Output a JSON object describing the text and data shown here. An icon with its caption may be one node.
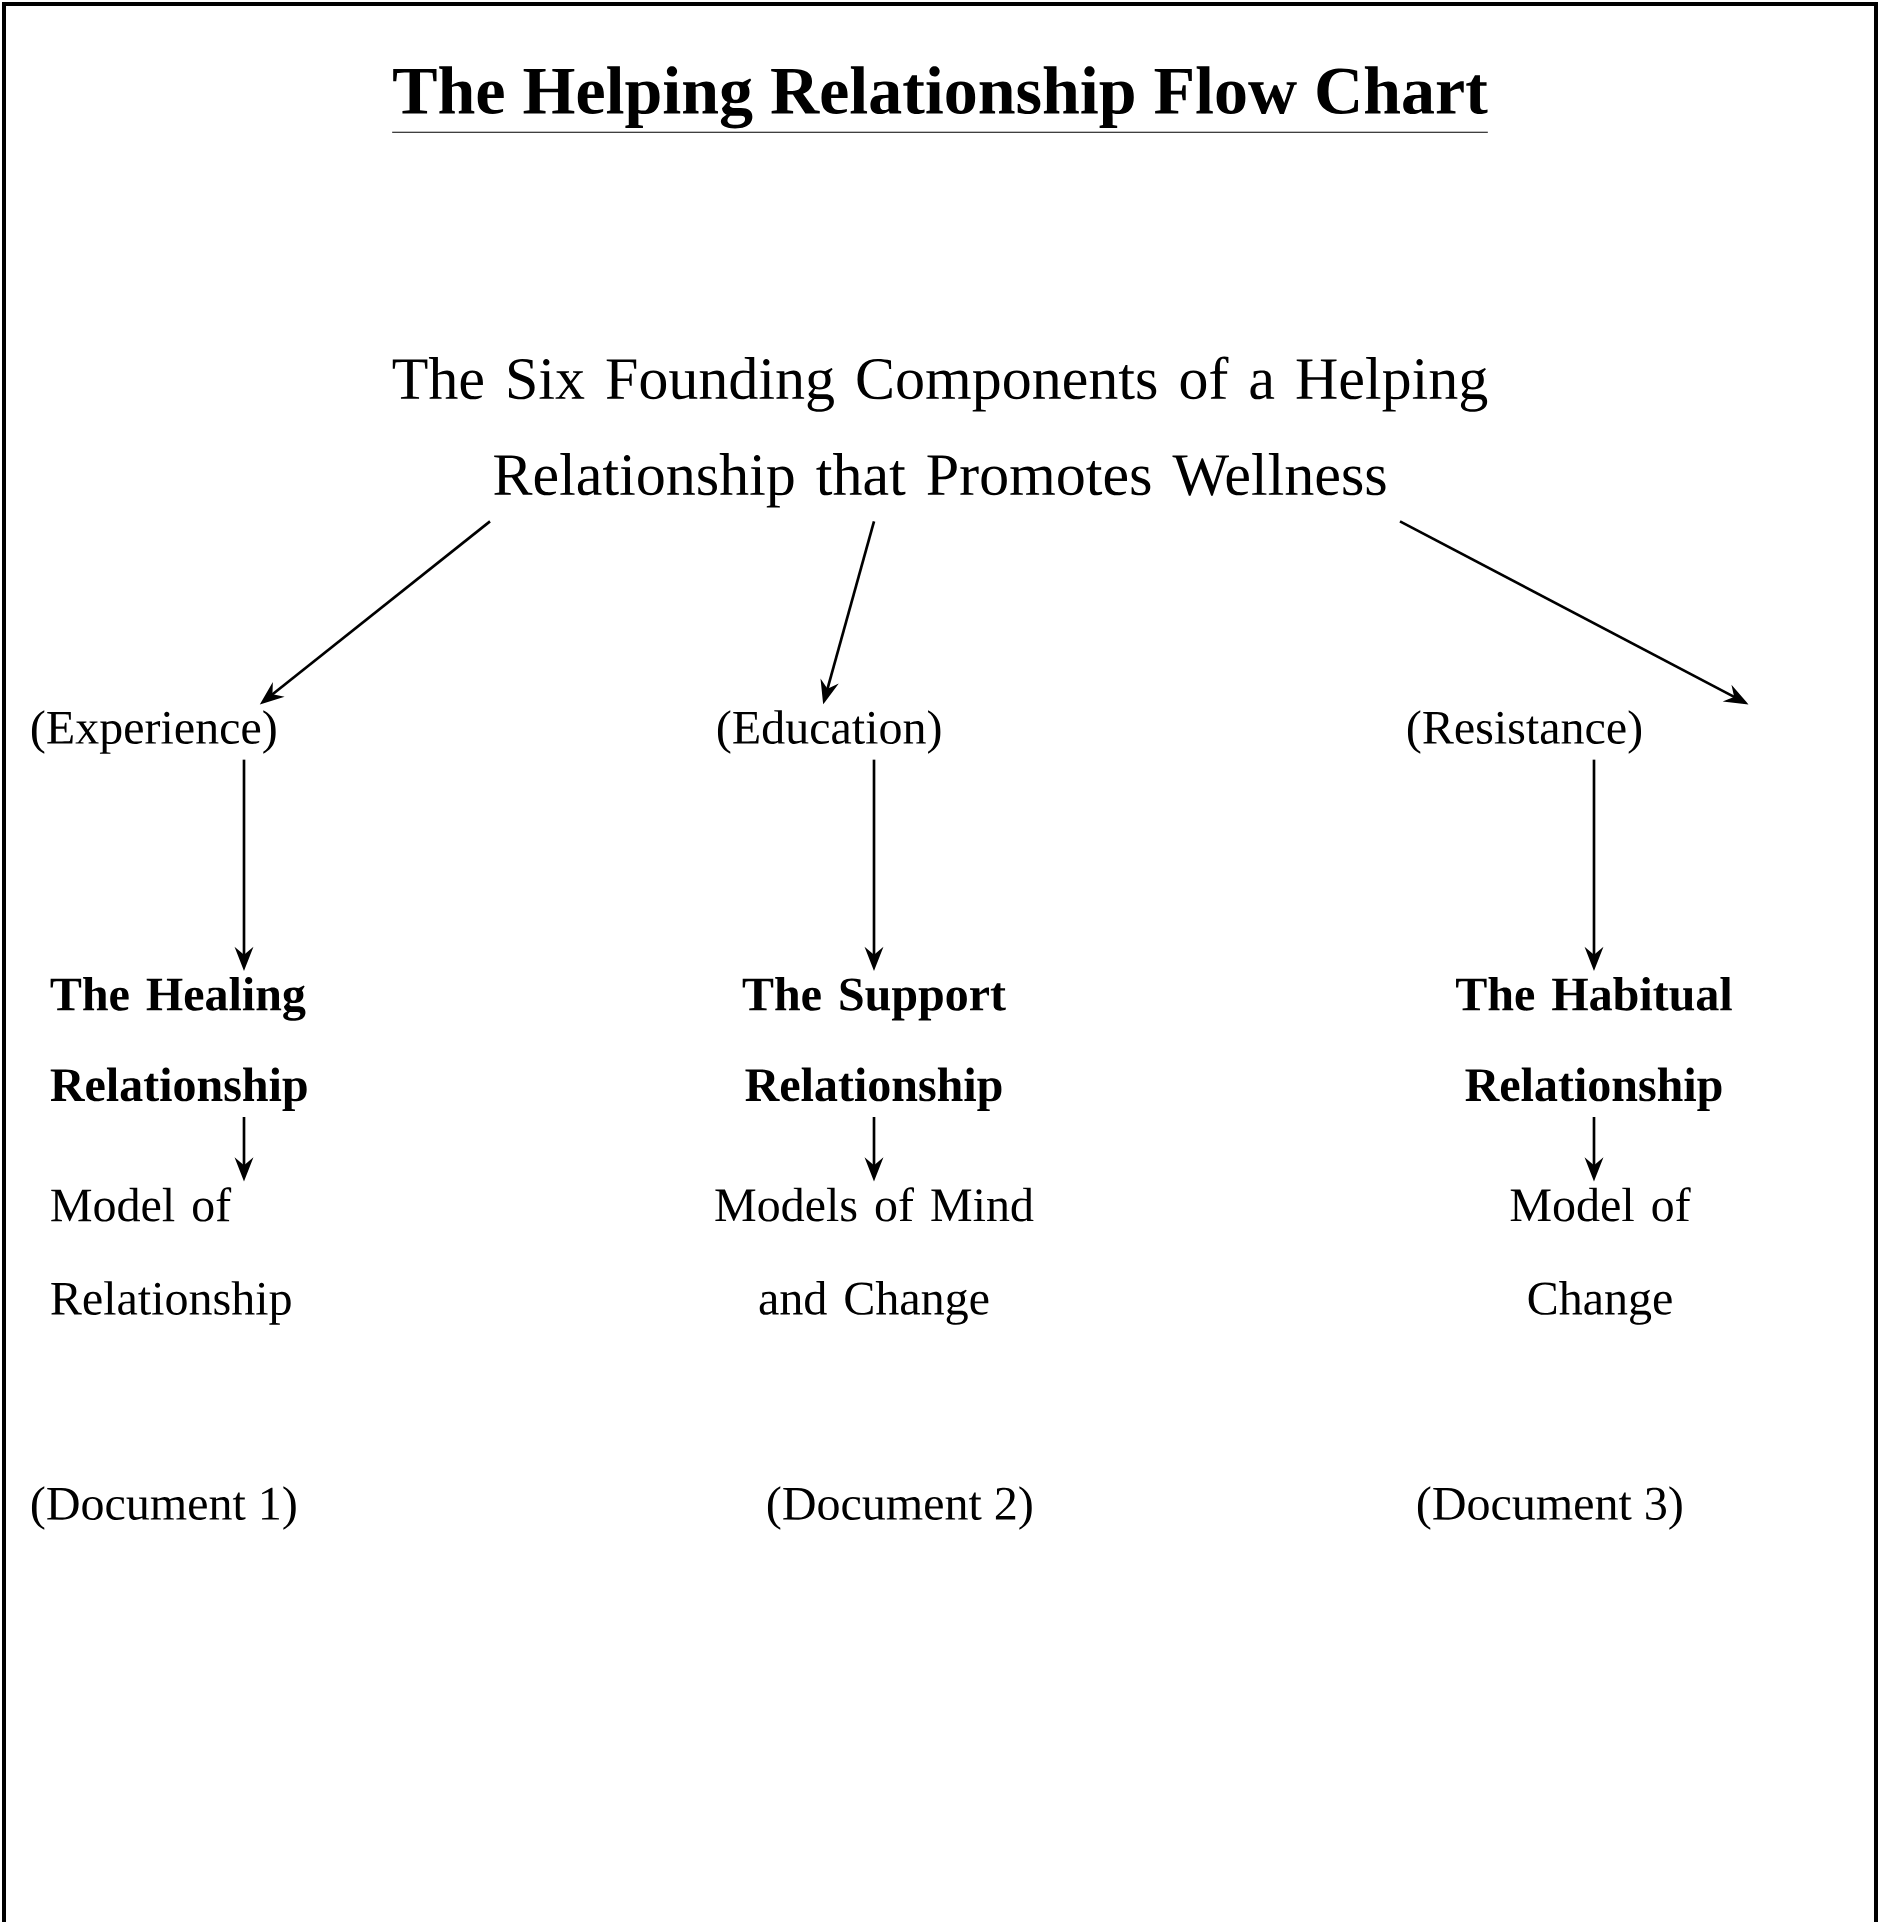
{
  "diagram": {
    "title": "The Helping Relationship Flow Chart",
    "nodes": [
      {
        "text": [
          "The Six Founding Components of a Helping Relationship that Promotes Wellness"
        ]
      },
      {
        "text": [
          "(Experience)"
        ]
      },
      {
        "text": [
          "(Education)"
        ]
      },
      {
        "text": [
          "(Resistance)"
        ]
      },
      {
        "text": [
          "The Healing Relationship"
        ]
      },
      {
        "text": [
          "The Support Relationship"
        ]
      },
      {
        "text": [
          "The Habitual Relationship"
        ]
      },
      {
        "text": [
          "Model of Relationship"
        ]
      },
      {
        "text": [
          "Models of Mind and Change"
        ]
      },
      {
        "text": [
          "Model of Change"
        ]
      }
    ],
    "edges": [
      {
        "from": 0,
        "to": 1,
        "arrow": "to"
      },
      {
        "from": 0,
        "to": 2,
        "arrow": "to"
      },
      {
        "from": 0,
        "to": 3,
        "arrow": "to"
      },
      {
        "from": 1,
        "to": 4,
        "arrow": "to"
      },
      {
        "from": 2,
        "to": 5,
        "arrow": "to"
      },
      {
        "from": 3,
        "to": 6,
        "arrow": "to"
      },
      {
        "from": 4,
        "to": 7,
        "arrow": "to"
      },
      {
        "from": 5,
        "to": 8,
        "arrow": "to"
      },
      {
        "from": 6,
        "to": 9,
        "arrow": "to"
      }
    ],
    "labels": [
      "(Document 1)",
      "(Document 2)",
      "(Document 3)"
    ]
  }
}
